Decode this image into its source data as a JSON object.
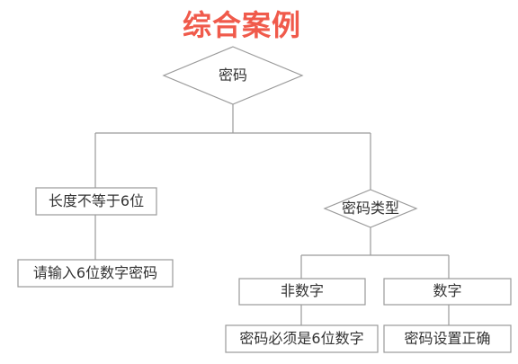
{
  "title": "综合案例",
  "nodes": {
    "root": "密码",
    "length_not_six": "长度不等于6位",
    "enter_six_digit": "请输入6位数字密码",
    "password_type": "密码类型",
    "non_digit": "非数字",
    "digit": "数字",
    "must_be_six_digit": "密码必须是6位数字",
    "set_correctly": "密码设置正确"
  },
  "colors": {
    "title": "#f05a4b",
    "stroke": "#9a9a9a",
    "text": "#333333"
  }
}
